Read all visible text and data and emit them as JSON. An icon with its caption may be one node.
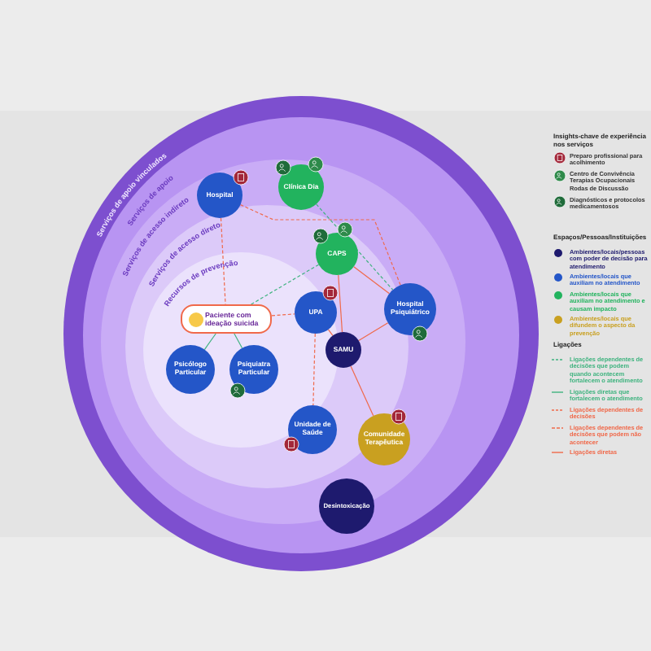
{
  "diagram": {
    "nodes": [
      {
        "text": [
          "Hospital"
        ]
      },
      {
        "text": [
          "Clínica Dia"
        ]
      },
      {
        "text": [
          "CAPS"
        ]
      },
      {
        "text": [
          "UPA"
        ]
      },
      {
        "text": [
          "SAMU"
        ]
      },
      {
        "text": [
          "Hospital Psiquiátrico"
        ]
      },
      {
        "text": [
          "Paciente com ideação suicida"
        ]
      },
      {
        "text": [
          "Psicólogo Particular"
        ]
      },
      {
        "text": [
          "Psiquiatra Particular"
        ]
      },
      {
        "text": [
          "Unidade de Saúde"
        ]
      },
      {
        "text": [
          "Comunidade Terapêutica"
        ]
      },
      {
        "text": [
          "Desintoxicação"
        ]
      }
    ],
    "edges": [
      {
        "from": 0,
        "to": 6,
        "arrow": "none",
        "style": "dashed"
      },
      {
        "from": 0,
        "to": 5,
        "arrow": "none",
        "style": "dashed"
      },
      {
        "from": 1,
        "to": 5,
        "arrow": "none",
        "style": "dashed",
        "color": "#3fb37f"
      },
      {
        "from": 6,
        "to": 2,
        "arrow": "none",
        "style": "dashed",
        "color": "#3fb37f"
      },
      {
        "from": 2,
        "to": 5,
        "arrow": "none"
      },
      {
        "from": 2,
        "to": 4,
        "arrow": "none"
      },
      {
        "from": 3,
        "to": 4,
        "arrow": "none"
      },
      {
        "from": 4,
        "to": 5,
        "arrow": "none"
      },
      {
        "from": 4,
        "to": 10,
        "arrow": "none"
      },
      {
        "from": 6,
        "to": 3,
        "arrow": "none",
        "style": "dashed"
      },
      {
        "from": 6,
        "to": 7,
        "arrow": "none",
        "color": "#3fb37f"
      },
      {
        "from": 6,
        "to": 8,
        "arrow": "none",
        "color": "#3fb37f"
      },
      {
        "from": 3,
        "to": 9,
        "arrow": "none",
        "style": "dashed"
      }
    ],
    "labels": [
      "Serviços de apoio vinculados",
      "Serviços de apoio",
      "Serviços de acesso indireto",
      "Serviços de acesso direto",
      "Recursos de prevenção",
      "Insights-chave de experiência nos serviços",
      "Espaços/Pessoas/Instituições",
      "Ligações"
    ],
    "legend": [
      {
        "text": "Preparo profissional para acolhimento"
      },
      {
        "text": "Centro de Convivência Terapias Ocupacionais Rodas de Discussão"
      },
      {
        "text": "Diagnósticos e protocolos medicamentosos"
      },
      {
        "text": "Ambientes/locais/pessoas com poder de decisão para atendimento",
        "color": "#1e1a6e"
      },
      {
        "text": "Ambientes/locais que auxiliam no atendimento",
        "color": "#2456c8"
      },
      {
        "text": "Ambientes/locais que auxiliam no atendimento e causam impacto",
        "color": "#22b35e"
      },
      {
        "text": "Ambientes/locais que difundem o aspecto da prevenção",
        "color": "#c9a020"
      },
      {
        "text": "Ligações dependentes de decisões que podem quando acontecem fortalecem o atendimento"
      },
      {
        "text": "Ligações diretas que fortalecem o atendimento"
      },
      {
        "text": "Ligações dependentes de decisões"
      },
      {
        "text": "Ligações dependentes de decisões que podem não acontecer"
      },
      {
        "text": "Ligações diretas"
      }
    ]
  }
}
